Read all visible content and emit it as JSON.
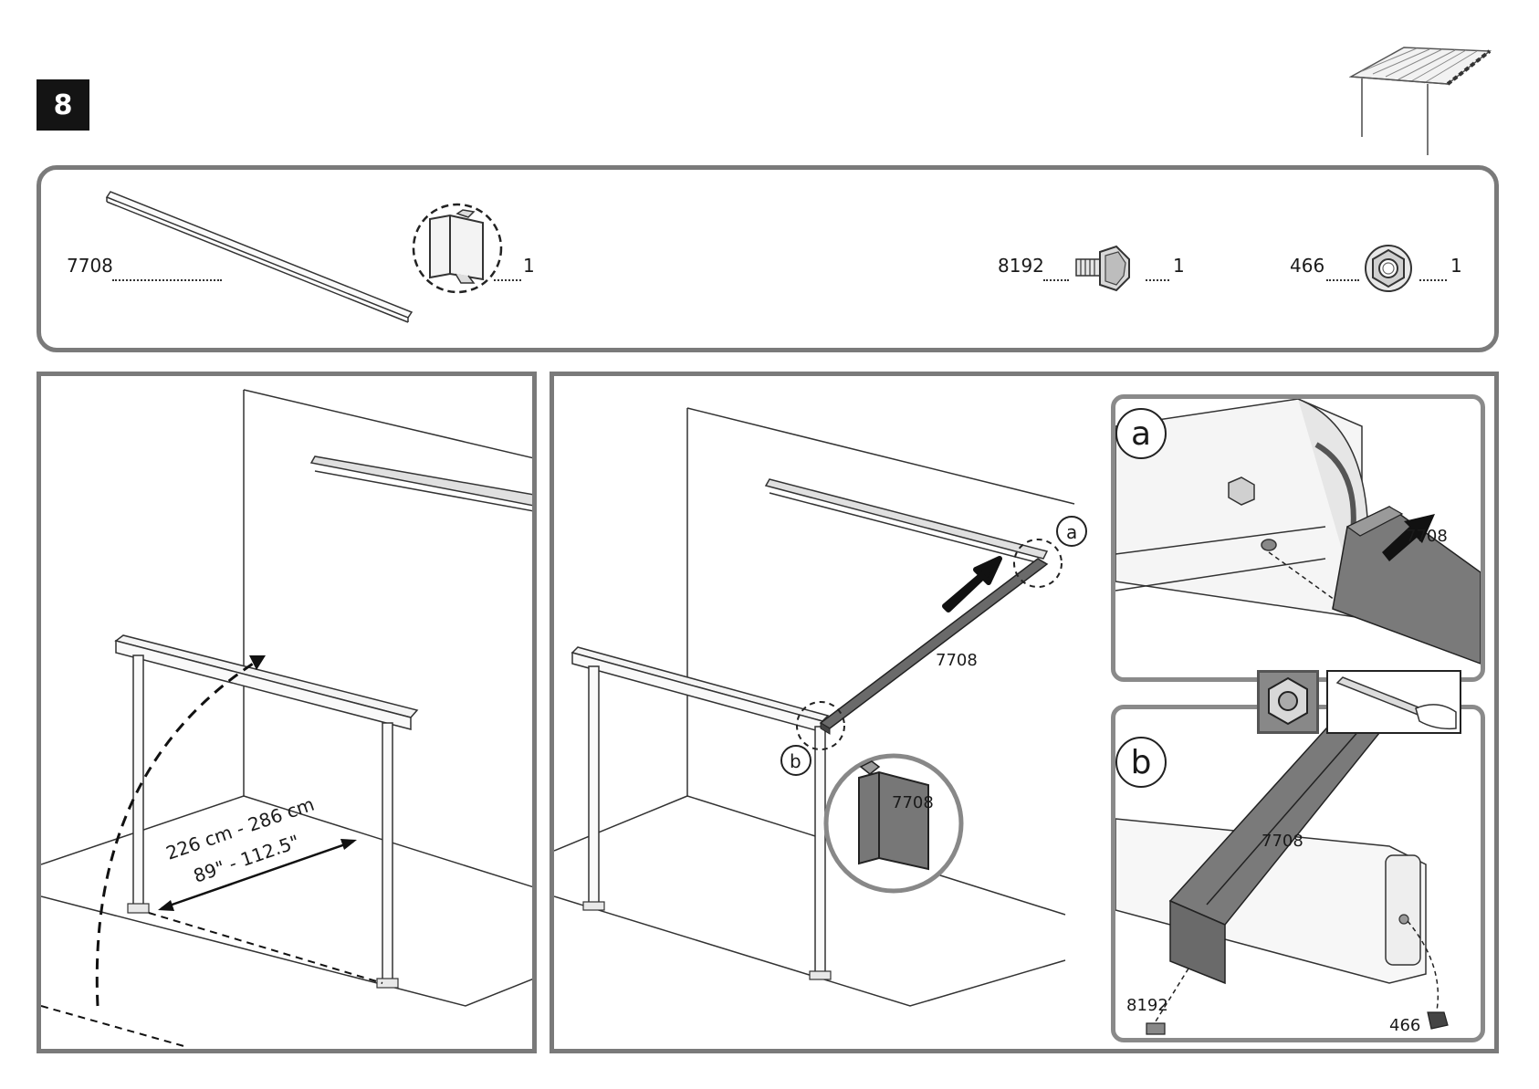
{
  "step": {
    "number": "8"
  },
  "parts": [
    {
      "id": "7708",
      "qty": "1"
    },
    {
      "id": "8192",
      "qty": "1"
    },
    {
      "id": "466",
      "qty": "1"
    }
  ],
  "left_panel": {
    "measure_metric": "226 cm - 286 cm",
    "measure_imperial": "89\" - 112.5\""
  },
  "right_panel": {
    "beam_label": "7708",
    "callout_a": "a",
    "callout_b": "b",
    "zoom_label": "7708",
    "detail_a": {
      "letter": "a",
      "beam_label": "7708"
    },
    "detail_b": {
      "letter": "b",
      "beam_label": "7708",
      "bolt_label": "8192",
      "nut_label": "466"
    }
  },
  "icons": [
    "pergola-thumbnail-icon",
    "bolt-icon",
    "nut-icon",
    "push-arrow-icon"
  ]
}
